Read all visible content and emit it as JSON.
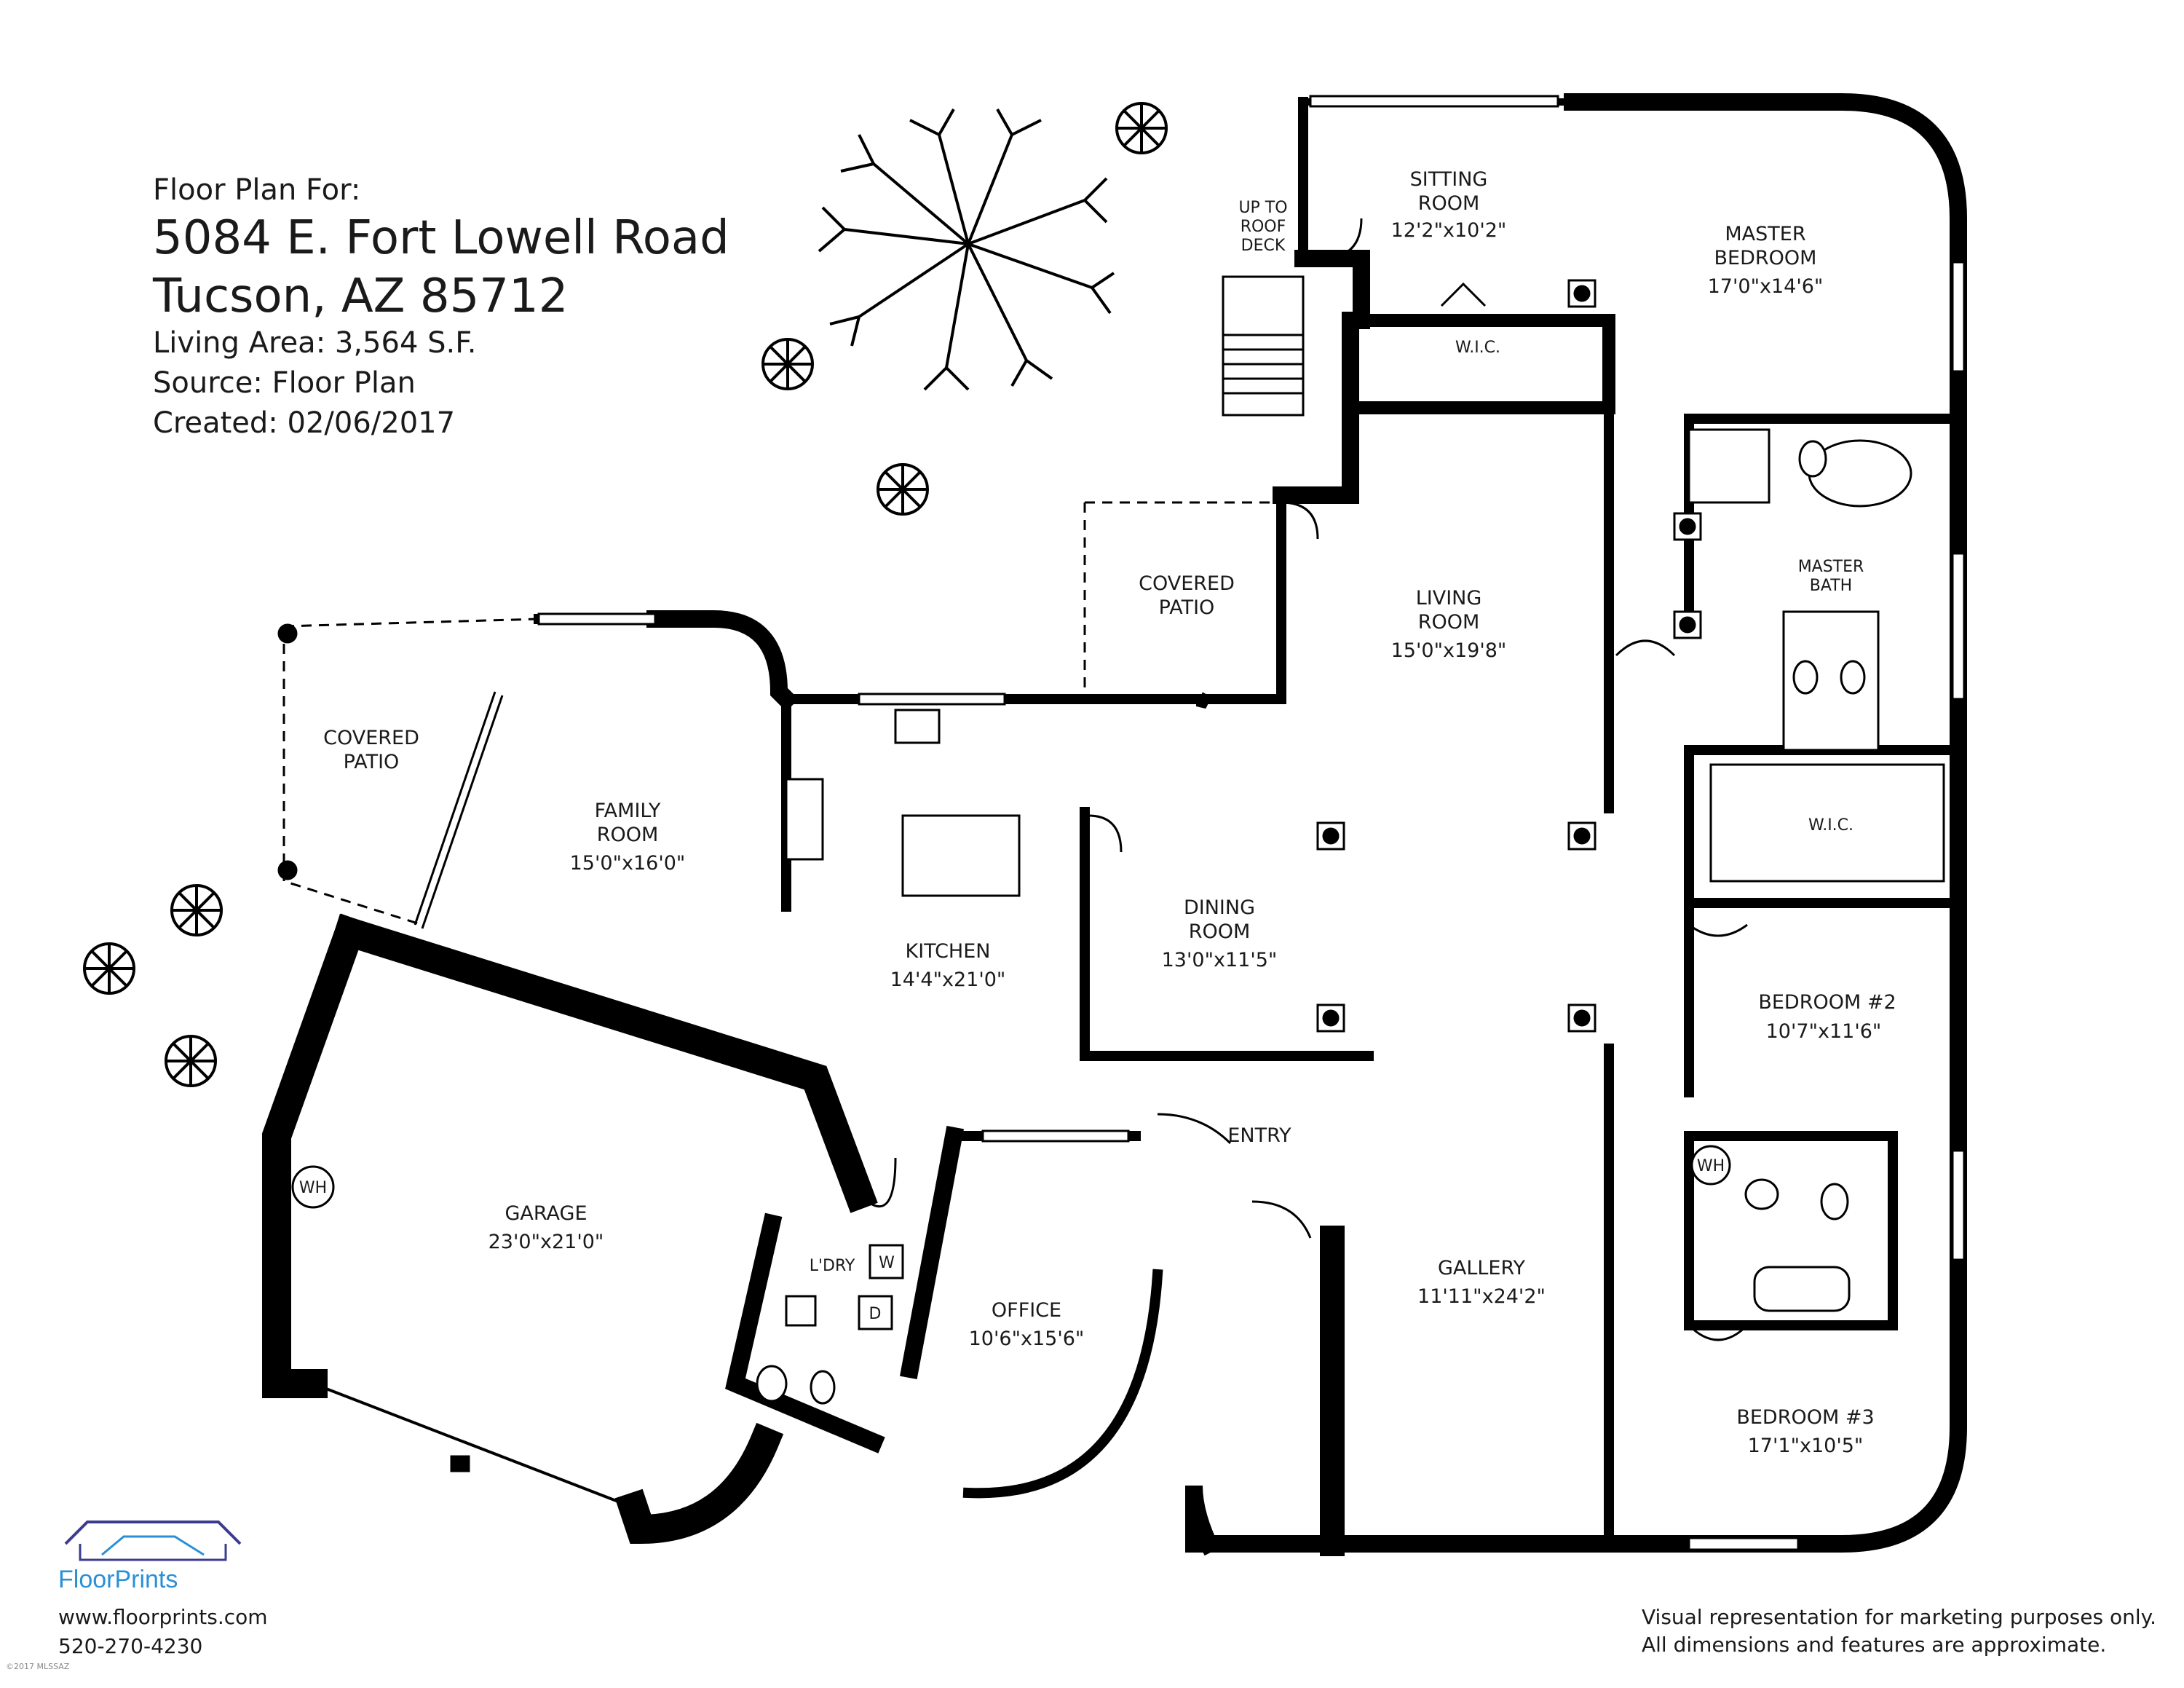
{
  "header": {
    "floor_plan_for": "Floor Plan For:",
    "address_line1": "5084 E. Fort Lowell Road",
    "address_line2": "Tucson, AZ 85712",
    "living_area": "Living Area:  3,564 S.F.",
    "source": "Source:  Floor Plan",
    "created": "Created:  02/06/2017"
  },
  "rooms": {
    "sitting": {
      "name1": "SITTING",
      "name2": "ROOM",
      "dim": "12'2\"x10'2\""
    },
    "master_bedroom": {
      "name1": "MASTER",
      "name2": "BEDROOM",
      "dim": "17'0\"x14'6\""
    },
    "wic_upper": {
      "name": "W.I.C."
    },
    "covered_patio_center": {
      "name1": "COVERED",
      "name2": "PATIO"
    },
    "living": {
      "name1": "LIVING",
      "name2": "ROOM",
      "dim": "15'0\"x19'8\""
    },
    "master_bath": {
      "name1": "MASTER",
      "name2": "BATH"
    },
    "covered_patio_left": {
      "name1": "COVERED",
      "name2": "PATIO"
    },
    "family": {
      "name1": "FAMILY",
      "name2": "ROOM",
      "dim": "15'0\"x16'0\""
    },
    "wic_lower": {
      "name": "W.I.C."
    },
    "dining": {
      "name1": "DINING",
      "name2": "ROOM",
      "dim": "13'0\"x11'5\""
    },
    "kitchen": {
      "name": "KITCHEN",
      "dim": "14'4\"x21'0\""
    },
    "bedroom2": {
      "name": "BEDROOM #2",
      "dim": "10'7\"x11'6\""
    },
    "entry": {
      "name": "ENTRY"
    },
    "garage": {
      "name": "GARAGE",
      "dim": "23'0\"x21'0\""
    },
    "laundry": {
      "name": "L'DRY"
    },
    "office": {
      "name": "OFFICE",
      "dim": "10'6\"x15'6\""
    },
    "gallery": {
      "name": "GALLERY",
      "dim": "11'11\"x24'2\""
    },
    "bedroom3": {
      "name": "BEDROOM #3",
      "dim": "17'1\"x10'5\""
    }
  },
  "stairs": {
    "line1": "UP TO",
    "line2": "ROOF",
    "line3": "DECK"
  },
  "fixtures": {
    "water_heater": "WH",
    "washer": "W",
    "dryer": "D"
  },
  "footer": {
    "brand": "FloorPrints",
    "website": "www.floorprints.com",
    "phone": "520-270-4230",
    "disclaimer1": "Visual representation for marketing purposes only.",
    "disclaimer2": "All dimensions and features are approximate.",
    "copyright": "©2017 MLSSAZ"
  },
  "colors": {
    "wall": "#000000",
    "brand": "#2b8fd6",
    "logo_house": "#3b3b8f"
  }
}
